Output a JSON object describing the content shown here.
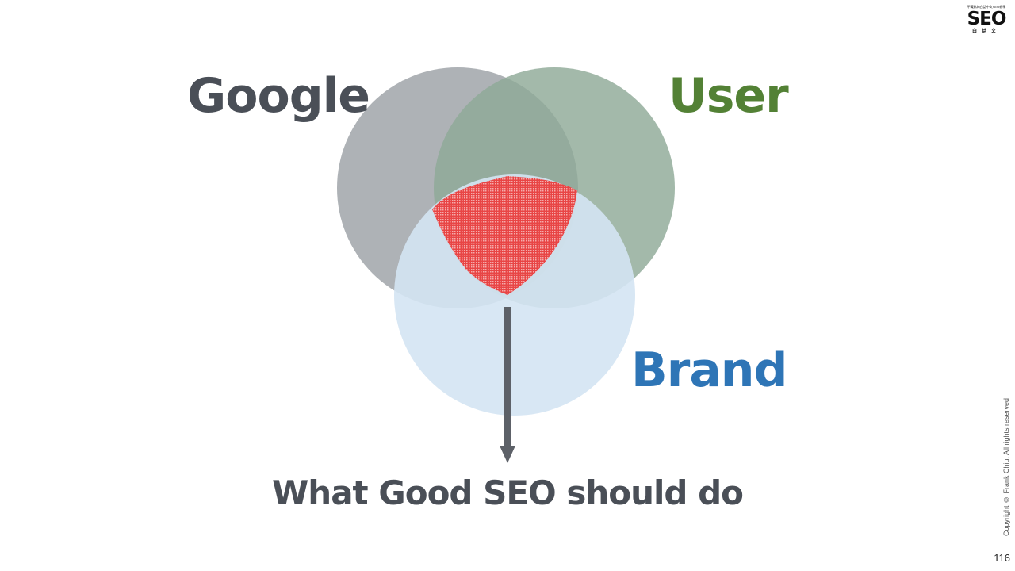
{
  "venn": {
    "sets": [
      {
        "name": "Google",
        "color": "#4a4f57",
        "fill": "#aeb2b6"
      },
      {
        "name": "User",
        "color": "#538135",
        "fill": "#a2b9ab"
      },
      {
        "name": "Brand",
        "color": "#2e75b6",
        "fill": "#d4e4f3"
      }
    ],
    "highlight_color": "#e23a3a",
    "arrow_color": "#5d6168"
  },
  "caption": "What Good SEO should do",
  "logo": {
    "tagline": "不藏私的白話中文SEO教學",
    "main": "SEO",
    "sub": "白話文"
  },
  "copyright": "Copyright © Frank Chiu. All rights reserved",
  "page_number": "116"
}
